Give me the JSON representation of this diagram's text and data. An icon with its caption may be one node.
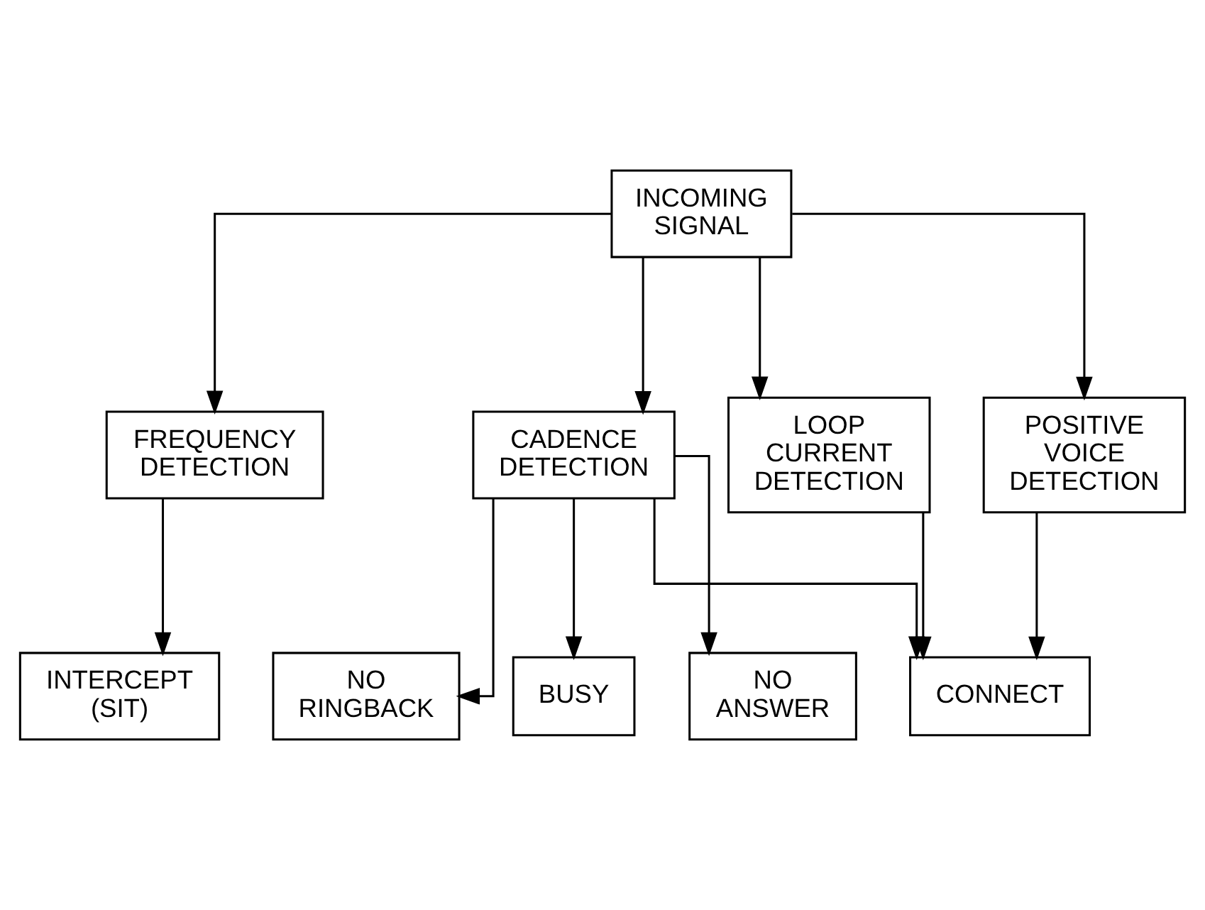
{
  "diagram": {
    "nodes": [
      {
        "text": [
          "INCOMING SIGNAL"
        ]
      },
      {
        "text": [
          "FREQUENCY DETECTION"
        ]
      },
      {
        "text": [
          "CADENCE DETECTION"
        ]
      },
      {
        "text": [
          "LOOP CURRENT DETECTION"
        ]
      },
      {
        "text": [
          "POSITIVE VOICE DETECTION"
        ]
      },
      {
        "text": [
          "INTERCEPT (SIT)"
        ]
      },
      {
        "text": [
          "NO RINGBACK"
        ]
      },
      {
        "text": [
          "BUSY"
        ]
      },
      {
        "text": [
          "NO ANSWER"
        ]
      },
      {
        "text": [
          "CONNECT"
        ]
      }
    ],
    "edges": [
      {
        "from": 0,
        "to": 1,
        "arrow": "to"
      },
      {
        "from": 0,
        "to": 2,
        "arrow": "to"
      },
      {
        "from": 0,
        "to": 3,
        "arrow": "to"
      },
      {
        "from": 0,
        "to": 4,
        "arrow": "to"
      },
      {
        "from": 1,
        "to": 5,
        "arrow": "to"
      },
      {
        "from": 2,
        "to": 6,
        "arrow": "to"
      },
      {
        "from": 2,
        "to": 7,
        "arrow": "to"
      },
      {
        "from": 2,
        "to": 8,
        "arrow": "to"
      },
      {
        "from": 2,
        "to": 9,
        "arrow": "to"
      },
      {
        "from": 3,
        "to": 9,
        "arrow": "to"
      },
      {
        "from": 4,
        "to": 9,
        "arrow": "to"
      }
    ]
  }
}
